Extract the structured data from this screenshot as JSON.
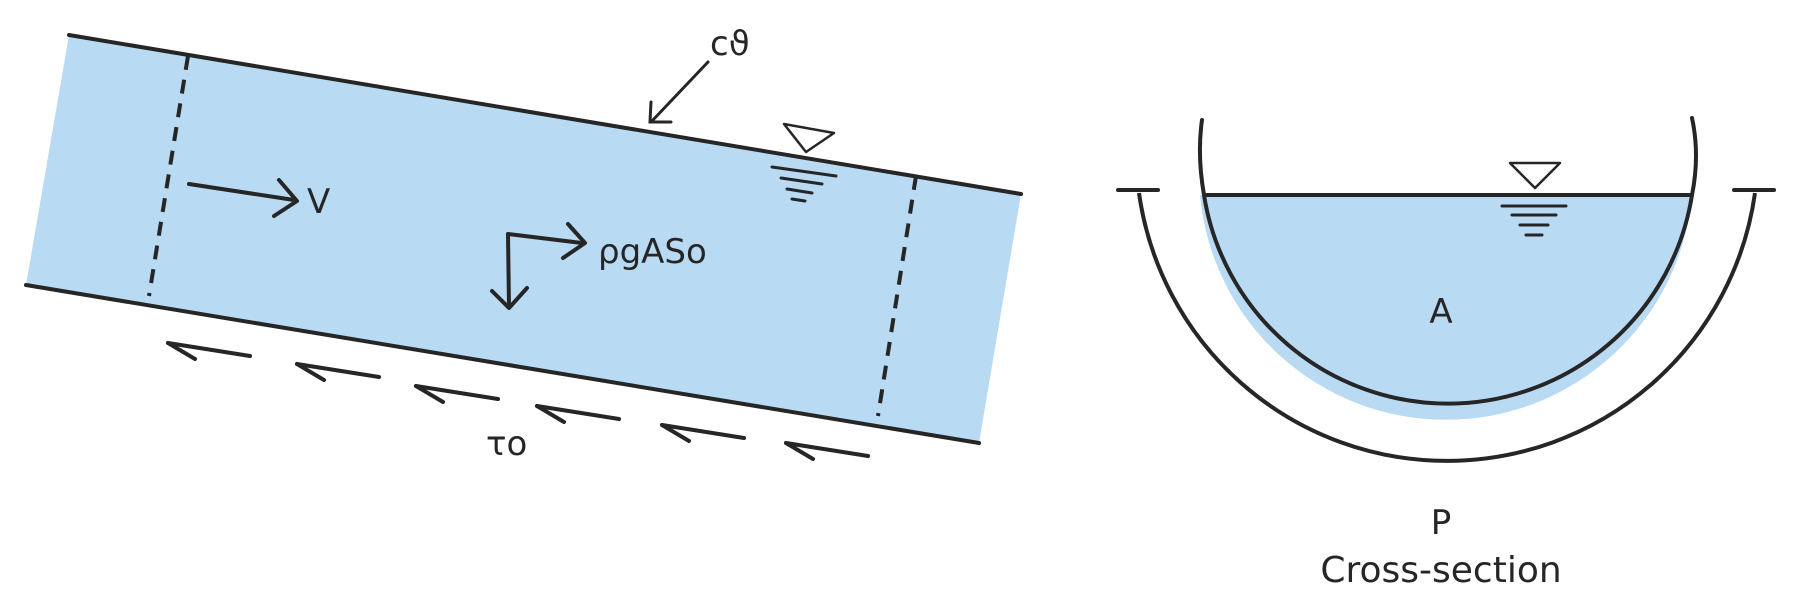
{
  "colors": {
    "water": "#b9daf3",
    "ink": "#262626",
    "paper": "#ffffff"
  },
  "channel": {
    "label_celerity": "cϑ",
    "label_velocity": "V",
    "label_gravity": "ρgASo",
    "label_shear": "τo"
  },
  "cross_section": {
    "label_area": "A",
    "label_perimeter": "P",
    "caption": "Cross-section"
  }
}
